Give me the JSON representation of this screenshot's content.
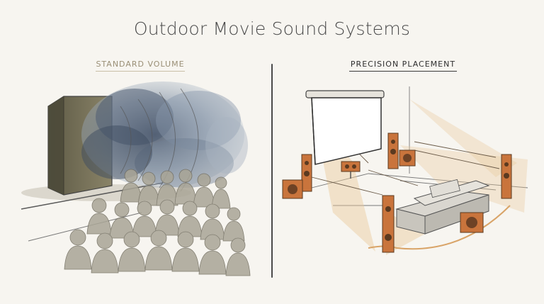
{
  "title": "Outdoor Movie Sound Systems",
  "panels": {
    "left": {
      "label": "STANDARD VOLUME"
    },
    "right": {
      "label": "PRECISION PLACEMENT"
    }
  },
  "colors": {
    "background": "#f7f5f0",
    "speaker_wood": "#c9743c",
    "sound_cloud": "#6f7f92",
    "crowd": "#a9a596",
    "beam": "#e9c99a",
    "divider": "#4b4b4b"
  }
}
